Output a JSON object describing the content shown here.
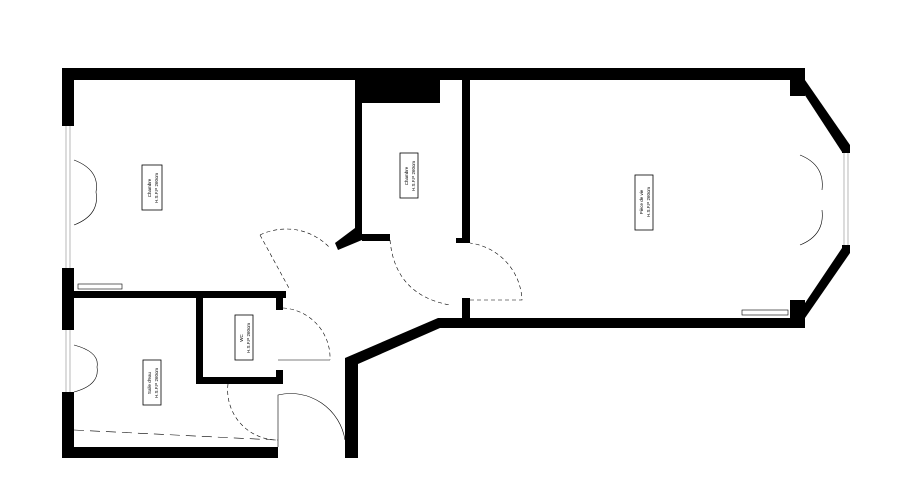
{
  "rooms": [
    {
      "name": "Chambre",
      "height": "H.S.F.P 260cm"
    },
    {
      "name": "Chambre",
      "height": "H.S.F.P 260cm"
    },
    {
      "name": "Pièce de vie",
      "height": "H.S.F.P 260cm"
    },
    {
      "name": "WC",
      "height": "H.S.F.P 260cm"
    },
    {
      "name": "Salle d'eau",
      "height": "H.S.F.P 260cm"
    }
  ]
}
